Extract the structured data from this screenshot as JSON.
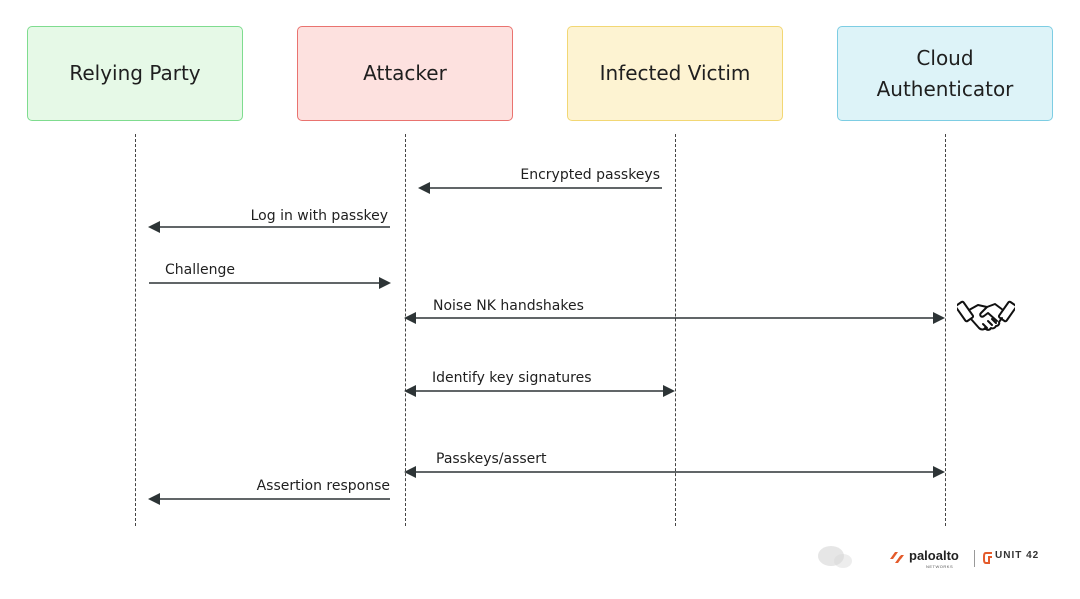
{
  "actors": {
    "relying_party": "Relying Party",
    "attacker": "Attacker",
    "infected_victim": "Infected Victim",
    "cloud_authenticator": "Cloud Authenticator"
  },
  "messages": [
    {
      "label": "Encrypted passkeys",
      "from": "Infected Victim",
      "to": "Attacker",
      "direction": "one-way"
    },
    {
      "label": "Log in with passkey",
      "from": "Attacker",
      "to": "Relying Party",
      "direction": "one-way"
    },
    {
      "label": "Challenge",
      "from": "Relying Party",
      "to": "Attacker",
      "direction": "one-way"
    },
    {
      "label": "Noise NK handshakes",
      "from": "Attacker",
      "to": "Cloud Authenticator",
      "direction": "two-way"
    },
    {
      "label": "Identify key signatures",
      "from": "Attacker",
      "to": "Infected Victim",
      "direction": "two-way"
    },
    {
      "label": "Passkeys/assert",
      "from": "Attacker",
      "to": "Cloud Authenticator",
      "direction": "two-way"
    },
    {
      "label": "Assertion response",
      "from": "Attacker",
      "to": "Relying Party",
      "direction": "one-way"
    }
  ],
  "icons": {
    "handshake": "handshake-icon"
  },
  "branding": {
    "paloalto": "paloalto",
    "paloalto_sub": "NETWORKS",
    "unit42": "UNIT 42"
  },
  "colors": {
    "relying_party_fill": "#e6f9e7",
    "attacker_fill": "#fde1df",
    "infected_victim_fill": "#fdf3d2",
    "cloud_authenticator_fill": "#ddf3f8",
    "arrow": "#2d3436"
  }
}
